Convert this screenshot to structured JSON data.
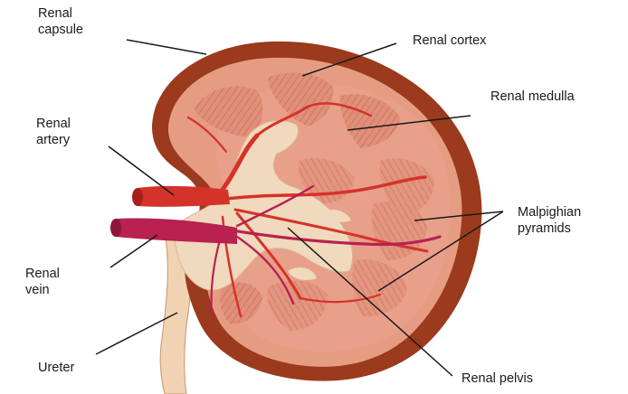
{
  "labels": {
    "renal_capsule": "Renal\ncapsule",
    "renal_cortex": "Renal cortex",
    "renal_medulla": "Renal medulla",
    "renal_artery": "Renal\nartery",
    "malpighian_pyramids": "Malpighian\npyramids",
    "renal_vein": "Renal\nvein",
    "ureter": "Ureter",
    "renal_pelvis": "Renal pelvis"
  },
  "colors": {
    "capsule": "#9b3a1c",
    "cortex": "#e59c83",
    "medulla": "#e8a08a",
    "pyramid": "#df8a6f",
    "pelvis": "#f0d9bd",
    "artery": "#d4332a",
    "vein": "#b82150",
    "leader": "#1a1a1a"
  }
}
